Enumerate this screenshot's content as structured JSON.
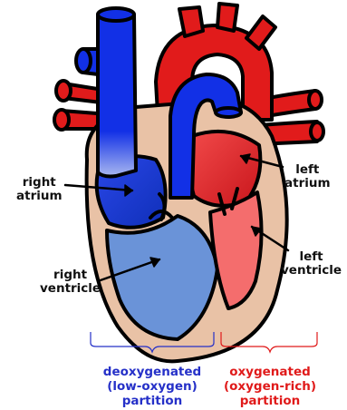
{
  "labels": {
    "right_atrium": [
      "right",
      "atrium"
    ],
    "left_atrium": [
      "left",
      "atrium"
    ],
    "right_ventricle": [
      "right",
      "ventricle"
    ],
    "left_ventricle": [
      "left",
      "ventricle"
    ]
  },
  "captions": {
    "deoxygenated": {
      "lines": [
        "deoxygenated",
        "(low-oxygen)",
        "partition"
      ],
      "color": "#2530c8"
    },
    "oxygenated": {
      "lines": [
        "oxygenated",
        "(oxygen-rich)",
        "partition"
      ],
      "color": "#e01a1a"
    }
  },
  "colors": {
    "deoxygenated_blue": "#1230e6",
    "oxygenated_red": "#e11b1b",
    "heart_wall": "#e9c2a6",
    "right_ventricle_fill": "#6a93d8",
    "left_ventricle_fill": "#f46d6d"
  }
}
